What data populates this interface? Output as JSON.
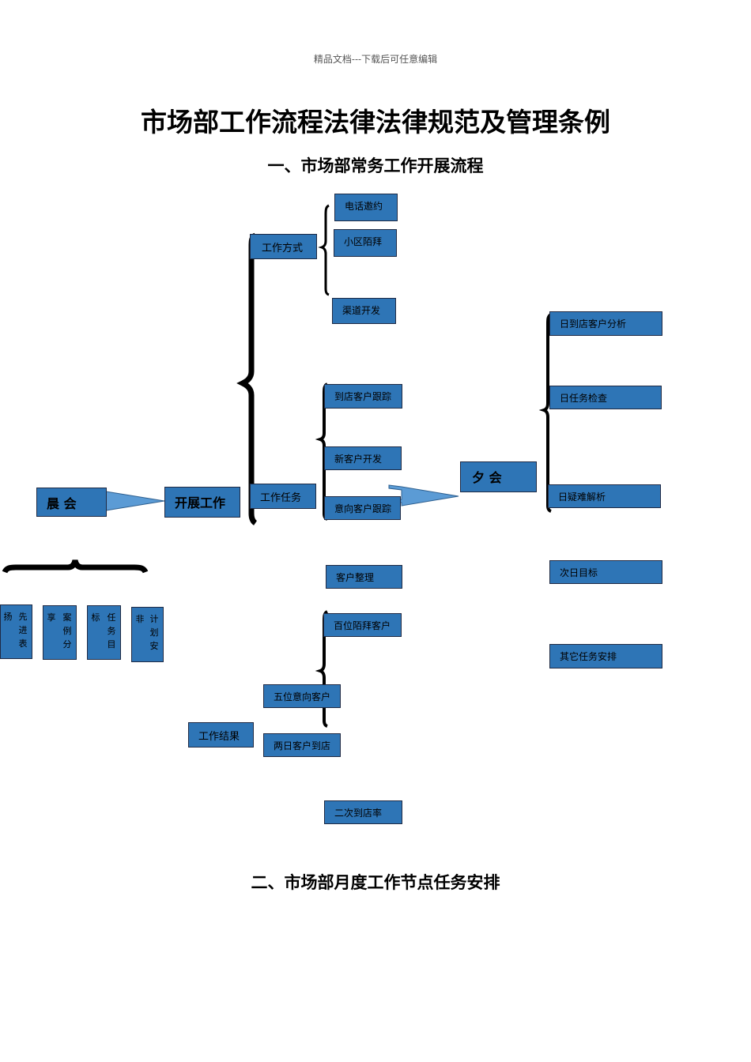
{
  "header": "精品文档---下载后可任意编辑",
  "title": "市场部工作流程法律法律规范及管理条例",
  "section1": "一、市场部常务工作开展流程",
  "section2": "二、市场部月度工作节点任务安排",
  "nodes": {
    "morning": "晨    会",
    "work": "开展工作",
    "evening": "夕    会",
    "method": "工作方式",
    "task": "工作任务",
    "result": "工作结果",
    "phone": "电话邀约",
    "community": "小区陌拜",
    "channel": "渠道开发",
    "store_follow": "到店客户跟踪",
    "new_client": "新客户开发",
    "intent_follow": "意向客户跟踪",
    "client_mgmt": "客户整理",
    "hundred": "百位陌拜客户",
    "five": "五位意向客户",
    "two_day": "两日客户到店",
    "second": "二次到店率",
    "e1": "日到店客户分析",
    "e2": "日任务检查",
    "e3": "日疑难解析",
    "e4": "次日目标",
    "e5": "其它任务安排"
  },
  "morning_items": [
    {
      "c1": "扬",
      "c2": "先进表"
    },
    {
      "c1": "享",
      "c2": "案例分"
    },
    {
      "c1": "标",
      "c2": "任务目"
    },
    {
      "c1": "非",
      "c2": "计划安"
    }
  ],
  "colors": {
    "box_fill": "#2e75b6",
    "box_border": "#1f2a44",
    "arrow_fill": "#5b9bd5"
  }
}
